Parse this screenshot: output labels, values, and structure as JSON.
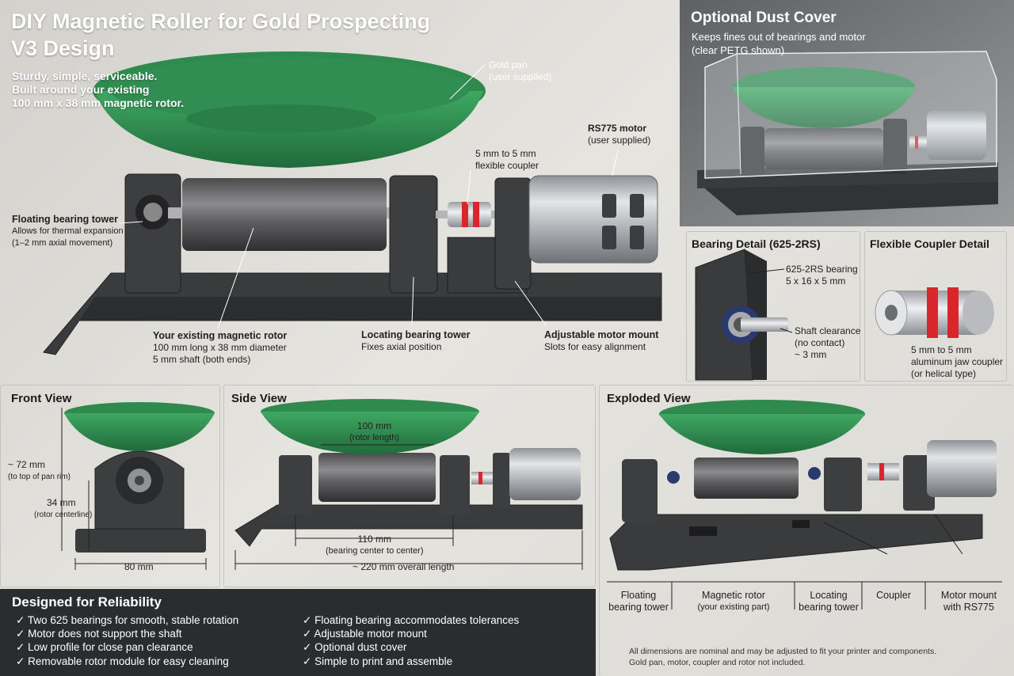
{
  "main": {
    "title1": "DIY Magnetic Roller for Gold Prospecting",
    "title2": "V3 Design",
    "sub1": "Sturdy, simple, serviceable.",
    "sub2": "Built around your existing",
    "sub3": "100 mm x 38 mm magnetic rotor.",
    "labels": {
      "gold_pan": "Gold pan",
      "gold_pan_sub": "(user supplied)",
      "motor": "RS775 motor",
      "motor_sub": "(user supplied)",
      "coupler1": "5 mm to 5 mm",
      "coupler2": "flexible coupler",
      "floating": "Floating bearing tower",
      "floating_sub1": "Allows for thermal expansion",
      "floating_sub2": "(1–2 mm axial movement)",
      "rotor": "Your existing magnetic rotor",
      "rotor_sub1": "100 mm long x 38 mm diameter",
      "rotor_sub2": "5 mm shaft (both ends)",
      "locating": "Locating bearing tower",
      "locating_sub": "Fixes axial position",
      "mount": "Adjustable motor mount",
      "mount_sub": "Slots for easy alignment"
    }
  },
  "dust": {
    "title": "Optional Dust Cover",
    "sub1": "Keeps fines out of bearings and motor",
    "sub2": "(clear PETG shown)"
  },
  "bearing": {
    "title": "Bearing Detail (625-2RS)",
    "l1": "625-2RS bearing",
    "l2": "5 x 16 x 5 mm",
    "l3": "Shaft clearance",
    "l4": "(no contact)",
    "l5": "~ 3 mm"
  },
  "coupler": {
    "title": "Flexible Coupler Detail",
    "l1": "5 mm to 5 mm",
    "l2": "aluminum jaw coupler",
    "l3": "(or helical type)"
  },
  "front": {
    "title": "Front View",
    "d1": "~ 72 mm",
    "d1s": "(to top of pan rim)",
    "d2": "34 mm",
    "d2s": "(rotor centerline)",
    "d3": "80 mm"
  },
  "side": {
    "title": "Side View",
    "d1": "100 mm",
    "d1s": "(rotor length)",
    "d2": "110 mm",
    "d2s": "(bearing center to center)",
    "d3": "~ 220 mm overall length"
  },
  "exploded": {
    "title": "Exploded View",
    "parts": [
      {
        "l1": "Floating",
        "l2": "bearing tower"
      },
      {
        "l1": "Magnetic rotor",
        "l2": "(your existing part)"
      },
      {
        "l1": "Locating",
        "l2": "bearing tower"
      },
      {
        "l1": "Coupler",
        "l2": ""
      },
      {
        "l1": "Motor mount",
        "l2": "with RS775"
      }
    ],
    "note1": "All dimensions are nominal and may be adjusted to fit your printer and components.",
    "note2": "Gold pan, motor, coupler and rotor not included."
  },
  "reliability": {
    "title": "Designed for Reliability",
    "col1": [
      "Two 625 bearings for smooth, stable rotation",
      "Motor does not support the shaft",
      "Low profile for close pan clearance",
      "Removable rotor module for easy cleaning"
    ],
    "col2": [
      "Floating bearing accommodates tolerances",
      "Adjustable motor mount",
      "Optional dust cover",
      "Simple to print and assemble"
    ],
    "check": "✓"
  },
  "colors": {
    "pan_green": "#2f8a4e",
    "print_black": "#3a3b3d",
    "coupler_red": "#d8262b",
    "bottom_bar": "#2b2c2e"
  }
}
